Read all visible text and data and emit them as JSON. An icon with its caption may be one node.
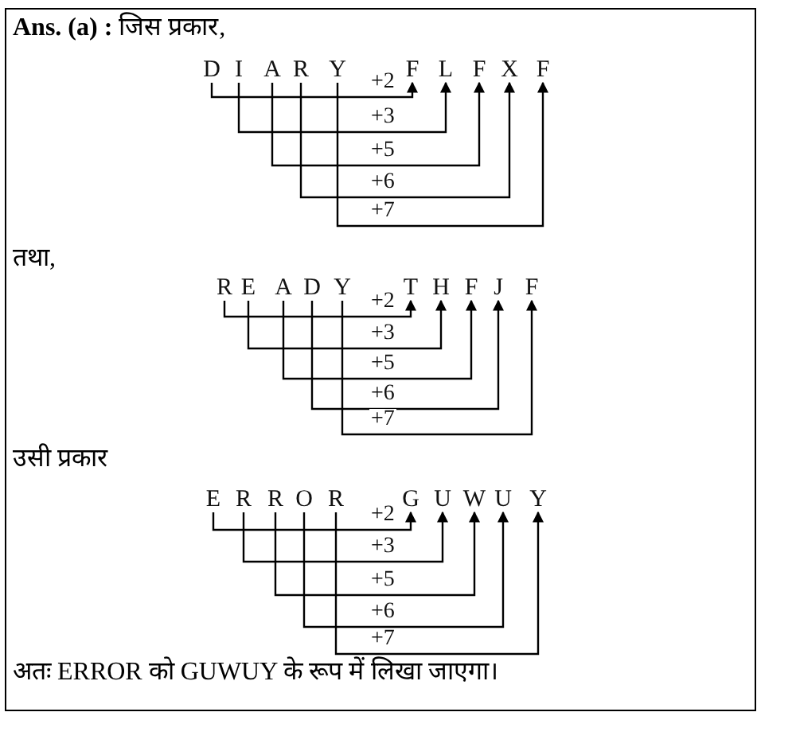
{
  "diagram": {
    "nodes": [
      {
        "text": [
          "D"
        ]
      },
      {
        "text": [
          "I"
        ]
      },
      {
        "text": [
          "A"
        ]
      },
      {
        "text": [
          "R"
        ]
      },
      {
        "text": [
          "Y"
        ]
      },
      {
        "text": [
          "F"
        ]
      },
      {
        "text": [
          "L"
        ]
      },
      {
        "text": [
          "F"
        ]
      },
      {
        "text": [
          "X"
        ]
      },
      {
        "text": [
          "F"
        ]
      },
      {
        "text": [
          "R"
        ]
      },
      {
        "text": [
          "E"
        ]
      },
      {
        "text": [
          "A"
        ]
      },
      {
        "text": [
          "D"
        ]
      },
      {
        "text": [
          "Y"
        ]
      },
      {
        "text": [
          "T"
        ]
      },
      {
        "text": [
          "H"
        ]
      },
      {
        "text": [
          "F"
        ]
      },
      {
        "text": [
          "J"
        ]
      },
      {
        "text": [
          "F"
        ]
      },
      {
        "text": [
          "E"
        ]
      },
      {
        "text": [
          "R"
        ]
      },
      {
        "text": [
          "R"
        ]
      },
      {
        "text": [
          "O"
        ]
      },
      {
        "text": [
          "R"
        ]
      },
      {
        "text": [
          "G"
        ]
      },
      {
        "text": [
          "U"
        ]
      },
      {
        "text": [
          "W"
        ]
      },
      {
        "text": [
          "U"
        ]
      },
      {
        "text": [
          "Y"
        ]
      }
    ],
    "edges": [
      {
        "from": 0,
        "to": 5,
        "arrow": "to",
        "label": "+2"
      },
      {
        "from": 1,
        "to": 6,
        "arrow": "to",
        "label": "+3"
      },
      {
        "from": 2,
        "to": 7,
        "arrow": "to",
        "label": "+5"
      },
      {
        "from": 3,
        "to": 8,
        "arrow": "to",
        "label": "+6"
      },
      {
        "from": 4,
        "to": 9,
        "arrow": "to",
        "label": "+7"
      },
      {
        "from": 10,
        "to": 15,
        "arrow": "to",
        "label": "+2"
      },
      {
        "from": 11,
        "to": 16,
        "arrow": "to",
        "label": "+3"
      },
      {
        "from": 12,
        "to": 17,
        "arrow": "to",
        "label": "+5"
      },
      {
        "from": 13,
        "to": 18,
        "arrow": "to",
        "label": "+6"
      },
      {
        "from": 14,
        "to": 19,
        "arrow": "to",
        "label": "+7"
      },
      {
        "from": 20,
        "to": 25,
        "arrow": "to",
        "label": "+2"
      },
      {
        "from": 21,
        "to": 26,
        "arrow": "to",
        "label": "+3"
      },
      {
        "from": 22,
        "to": 27,
        "arrow": "to",
        "label": "+5"
      },
      {
        "from": 23,
        "to": 28,
        "arrow": "to",
        "label": "+6"
      },
      {
        "from": 24,
        "to": 29,
        "arrow": "to",
        "label": "+7"
      }
    ],
    "labels": [
      "**Ans. (a) :** जिस प्रकार,",
      "तथा,",
      "उसी प्रकार",
      "अतः ERROR को GUWUY के रूप में लिखा जाएगा।"
    ]
  }
}
